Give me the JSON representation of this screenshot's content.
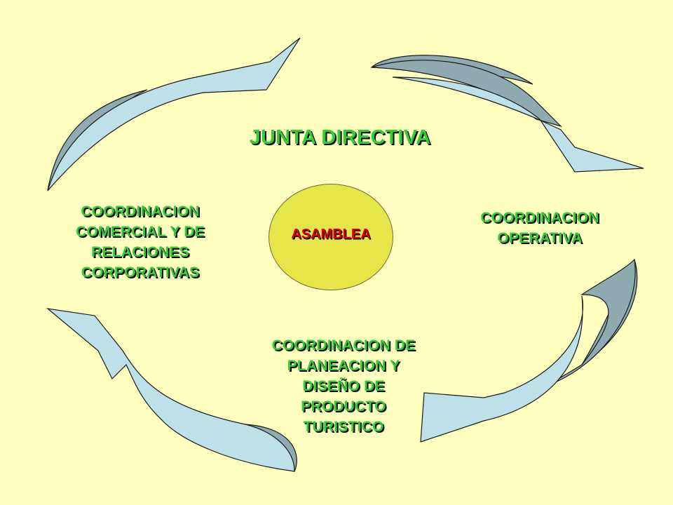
{
  "diagram": {
    "title": "JUNTA DIRECTIVA",
    "center": "ASAMBLEA",
    "left_lines": [
      "COORDINACION",
      "COMERCIAL Y DE",
      "RELACIONES",
      "CORPORATIVAS"
    ],
    "right_lines": [
      "COORDINACION",
      "OPERATIVA"
    ],
    "bottom_lines": [
      "COORDINACION DE",
      "PLANEACION Y",
      "DISEÑO DE",
      "PRODUCTO",
      "TURISTICO"
    ]
  },
  "colors": {
    "background": "#FFFFC0",
    "label_text": "#33CC33",
    "center_text": "#E00000",
    "center_fill": "#E6E64A",
    "arrow_dark": "#8FAAB0",
    "arrow_light": "#BEE0E8"
  }
}
